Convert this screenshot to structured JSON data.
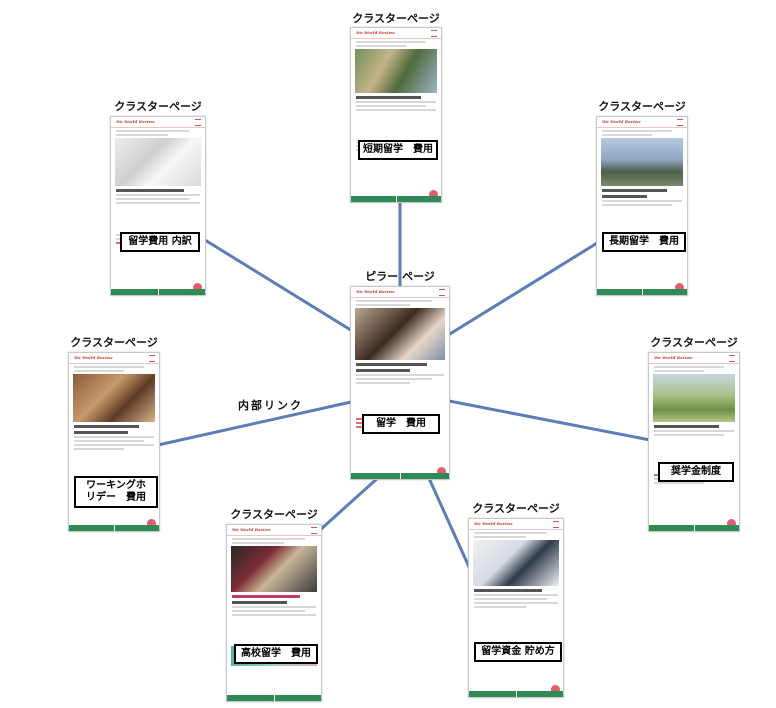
{
  "pillar": {
    "title": "ピラー ページ",
    "label": "留学　費用"
  },
  "clusters": {
    "top": {
      "title": "クラスターページ",
      "label": "短期留学　費用"
    },
    "top_left": {
      "title": "クラスターページ",
      "label": "留学費用 内訳"
    },
    "top_right": {
      "title": "クラスターページ",
      "label": "長期留学　費用"
    },
    "left": {
      "title": "クラスターページ",
      "label": "ワーキングホ\nリデー　費用"
    },
    "right": {
      "title": "クラスターページ",
      "label": "奨学金制度"
    },
    "bottom_left": {
      "title": "クラスターページ",
      "label": "高校留学　費用"
    },
    "bottom_right": {
      "title": "クラスターページ",
      "label": "留学資金 貯め方"
    }
  },
  "link_label": "内部リンク",
  "colors": {
    "link_line": "#5b7db8",
    "footer_green": "#2e8b57",
    "accent_red": "#e25c6e"
  },
  "icons": {
    "phone": "smartphone-screenshot-icon"
  }
}
